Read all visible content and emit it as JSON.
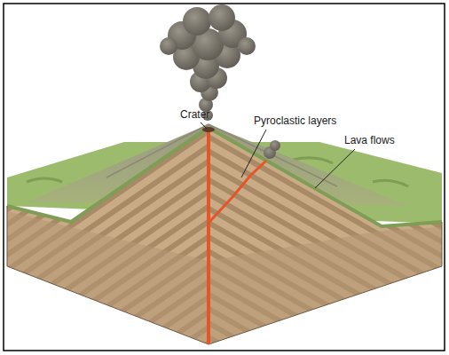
{
  "diagram": {
    "labels": [
      "Crater",
      "Pyroclastic layers",
      "Lava flows"
    ]
  }
}
